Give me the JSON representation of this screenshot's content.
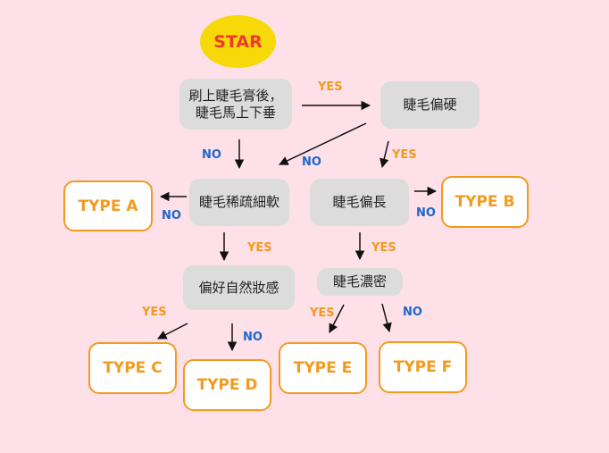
{
  "start": {
    "label": "STAR"
  },
  "questions": {
    "q1": "刷上睫毛膏後，\n睫毛馬上下垂",
    "q2": "睫毛偏硬",
    "q3": "睫毛稀疏細軟",
    "q4": "睫毛偏長",
    "q5": "偏好自然妝感",
    "q6": "睫毛濃密"
  },
  "types": {
    "a": "TYPE A",
    "b": "TYPE B",
    "c": "TYPE C",
    "d": "TYPE D",
    "e": "TYPE E",
    "f": "TYPE F"
  },
  "edges": {
    "q1_yes": "YES",
    "q1_no": "NO",
    "q2_yes": "YES",
    "q2_no": "NO",
    "q3_yes": "YES",
    "q3_no": "NO",
    "q4_yes": "YES",
    "q4_no": "NO",
    "q5_yes": "YES",
    "q5_no": "NO",
    "q6_yes": "YES",
    "q6_no": "NO"
  },
  "colors": {
    "background": "#fde0e8",
    "start_fill": "#f7d808",
    "start_text": "#ee3a2e",
    "question_fill": "#dcdcdc",
    "type_border": "#f39a1e",
    "yes_label": "#f39a1e",
    "no_label": "#1f66c9",
    "arrow": "#111111"
  }
}
